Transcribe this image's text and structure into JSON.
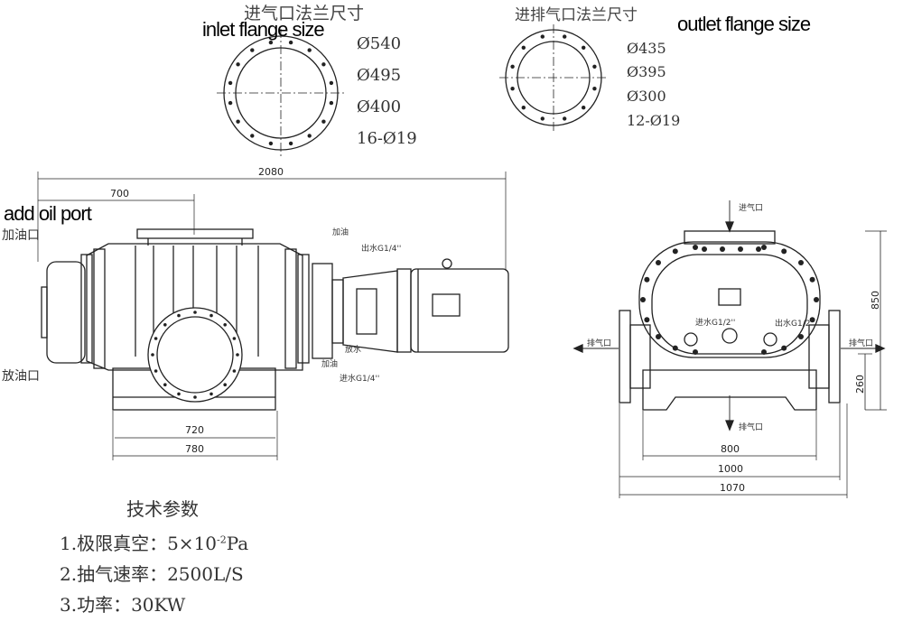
{
  "inlet": {
    "title_cn": "进气口法兰尺寸",
    "title_en": "inlet flange size",
    "dims": [
      "Ø540",
      "Ø495",
      "Ø400",
      "16-Ø19"
    ]
  },
  "outlet": {
    "title_cn": "进排气口法兰尺寸",
    "title_en": "outlet flange size",
    "dims": [
      "Ø435",
      "Ø395",
      "Ø300",
      "12-Ø19"
    ]
  },
  "side_view": {
    "dim_total": "2080",
    "dim_700": "700",
    "dim_720": "720",
    "dim_780": "780",
    "add_oil_port_en": "add oil port",
    "add_oil_cn": "加油口",
    "drain_oil_cn": "放油口",
    "label_jiayou_top": "加油",
    "label_water_out": "出水G1/4''",
    "label_fangshui": "放水",
    "label_jiayou_bottom": "加油",
    "label_water_in": "进水G1/4''"
  },
  "end_view": {
    "inlet_cn": "进气口",
    "exhaust_left_cn": "排气口",
    "exhaust_right_cn": "排气口",
    "exhaust_bottom_cn": "排气口",
    "water_in": "进水G1/2''",
    "water_out": "出水G1/2''",
    "dim_850": "850",
    "dim_260": "260",
    "dim_800": "800",
    "dim_1000": "1000",
    "dim_1070": "1070"
  },
  "specs": {
    "title": "技术参数",
    "line1_prefix": "1.极限真空：5×10",
    "line1_exp": "-2",
    "line1_unit": "Pa",
    "line2": "2.抽气速率：2500L/S",
    "line3": "3.功率：30KW"
  }
}
